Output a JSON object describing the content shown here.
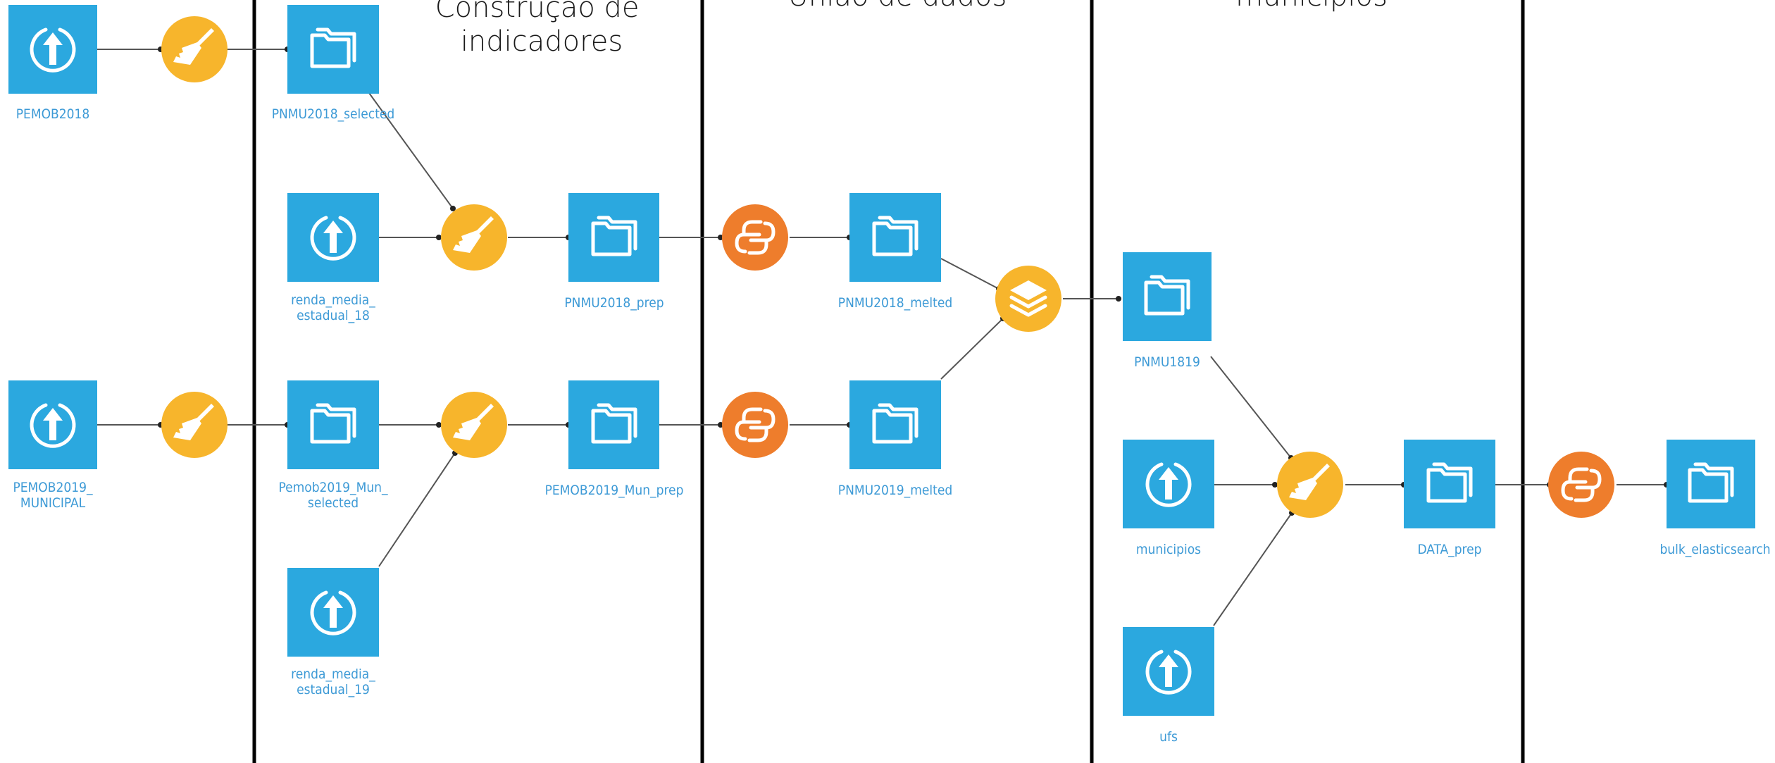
{
  "sections": {
    "indicators": "Construção de\nindicadores",
    "union": "União de dados",
    "municipalities": "municípios"
  },
  "datasets": {
    "pemob2018": "PEMOB2018",
    "pemob2019_municipal": "PEMOB2019_\nMUNICIPAL",
    "pnmu2018_selected": "PNMU2018_selected",
    "renda_media_estadual_18": "renda_media_\nestadual_18",
    "pemob2019_mun_selected": "Pemob2019_Mun_\nselected",
    "renda_media_estadual_19": "renda_media_\nestadual_19",
    "pnmu2018_prep": "PNMU2018_prep",
    "pemob2019_mun_prep": "PEMOB2019_Mun_prep",
    "pnmu2018_melted": "PNMU2018_melted",
    "pnmu2019_melted": "PNMU2019_melted",
    "pnmu1819": "PNMU1819",
    "municipios": "municipios",
    "ufs": "ufs",
    "data_prep": "DATA_prep",
    "bulk_elasticsearch": "bulk_elasticsearch"
  },
  "icons": {
    "upload": "upload-icon",
    "folder": "folder-icon",
    "prepare": "broom-icon",
    "python": "python-icon",
    "stack": "stack-icon"
  },
  "colors": {
    "dataset": "#2ba8df",
    "prepare_recipe": "#f7b52c",
    "python_recipe": "#ee7d2c",
    "label": "#3d9ad6",
    "divider": "#000000"
  }
}
